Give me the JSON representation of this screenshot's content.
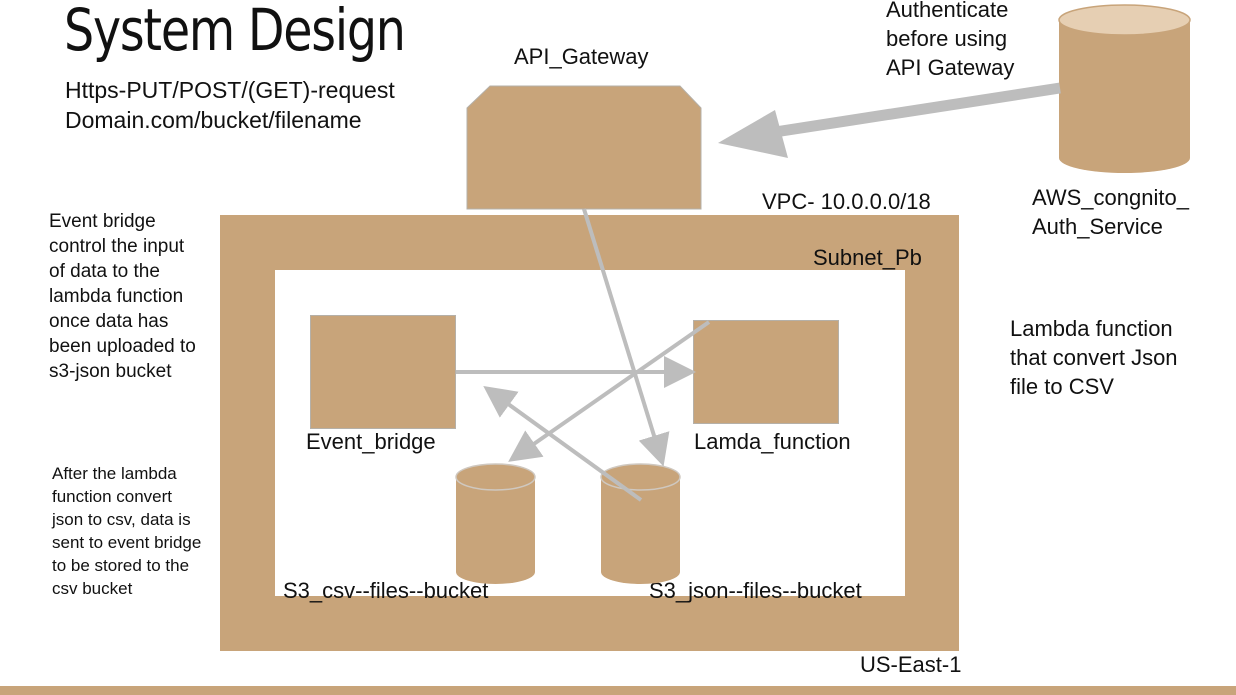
{
  "title": "System Design",
  "request": {
    "line1": "Https-PUT/POST/(GET)-request",
    "line2": "Domain.com/bucket/filename"
  },
  "api_gateway": {
    "label": "API_Gateway"
  },
  "auth": {
    "note_line1": "Authenticate",
    "note_line2": "before using",
    "note_line3": "API Gateway",
    "label_line1": "AWS_congnito_",
    "label_line2": "Auth_Service"
  },
  "vpc": {
    "label": "VPC- 10.0.0.0/18"
  },
  "subnet": {
    "label": "Subnet_Pb"
  },
  "region": {
    "label": "US-East-1"
  },
  "event_bridge": {
    "label": "Event_bridge"
  },
  "lambda": {
    "label": "Lamda_function"
  },
  "s3_csv": {
    "label": "S3_csv--files--bucket"
  },
  "s3_json": {
    "label": "S3_json--files--bucket"
  },
  "notes": {
    "event_bridge_note": "Event bridge control the input of data to the lambda function once data has been uploaded to s3-json bucket",
    "after_lambda_note": "After the lambda function convert json to csv, data is sent to event bridge to be stored to the csv bucket",
    "lambda_note": "Lambda function that convert Json file to CSV"
  },
  "colors": {
    "box_fill": "#c8a47a",
    "arrow": "#bdbdbd",
    "cylinder_top": "#e6cfb3"
  }
}
